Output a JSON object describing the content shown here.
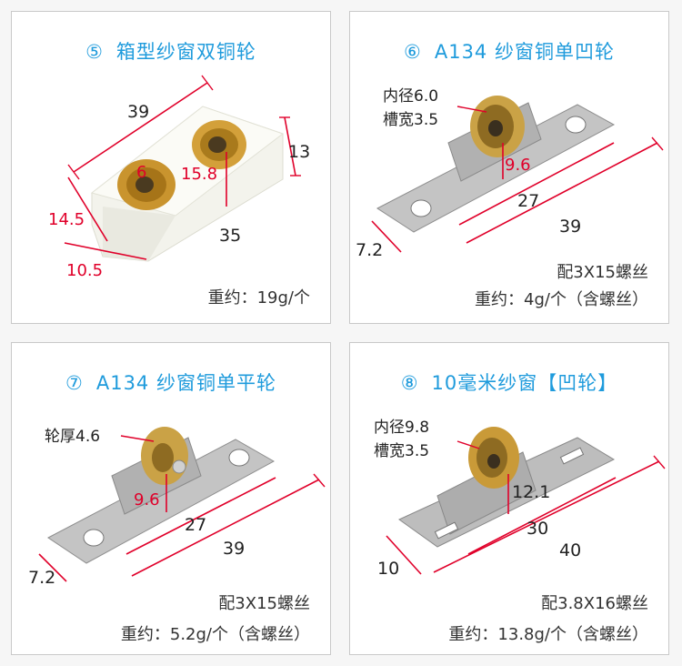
{
  "colors": {
    "title": "#1f9bdc",
    "dimension_line": "#e0002a",
    "brass": "#c9942e",
    "steel": "#b9b9b9",
    "nylon": "#f2f2ec"
  },
  "cards": [
    {
      "number": "⑤",
      "title": "箱型纱窗双铜轮",
      "dims": {
        "length": "39",
        "height": "13",
        "width": "14.5",
        "bottom_length": "35",
        "bottom_width": "10.5",
        "wheel_inner": "6",
        "wheel_height": "15.8"
      },
      "screw_note": "",
      "weight": "重约：19g/个"
    },
    {
      "number": "⑥",
      "title": "A134 纱窗铜单凹轮",
      "dims": {
        "inner_diameter": "内径6.0",
        "groove_width": "槽宽3.5",
        "wheel_height": "9.6",
        "inner_length": "27",
        "total_length": "39",
        "width": "7.2"
      },
      "screw_note": "配3X15螺丝",
      "weight": "重约：4g/个（含螺丝）"
    },
    {
      "number": "⑦",
      "title": "A134 纱窗铜单平轮",
      "dims": {
        "wheel_thickness": "轮厚4.6",
        "wheel_height": "9.6",
        "inner_length": "27",
        "total_length": "39",
        "width": "7.2"
      },
      "screw_note": "配3X15螺丝",
      "weight": "重约：5.2g/个（含螺丝）"
    },
    {
      "number": "⑧",
      "title": "10毫米纱窗【凹轮】",
      "dims": {
        "inner_diameter": "内径9.8",
        "groove_width": "槽宽3.5",
        "wheel_height": "12.1",
        "inner_length": "30",
        "total_length": "40",
        "width": "10"
      },
      "screw_note": "配3.8X16螺丝",
      "weight": "重约：13.8g/个（含螺丝）"
    }
  ]
}
